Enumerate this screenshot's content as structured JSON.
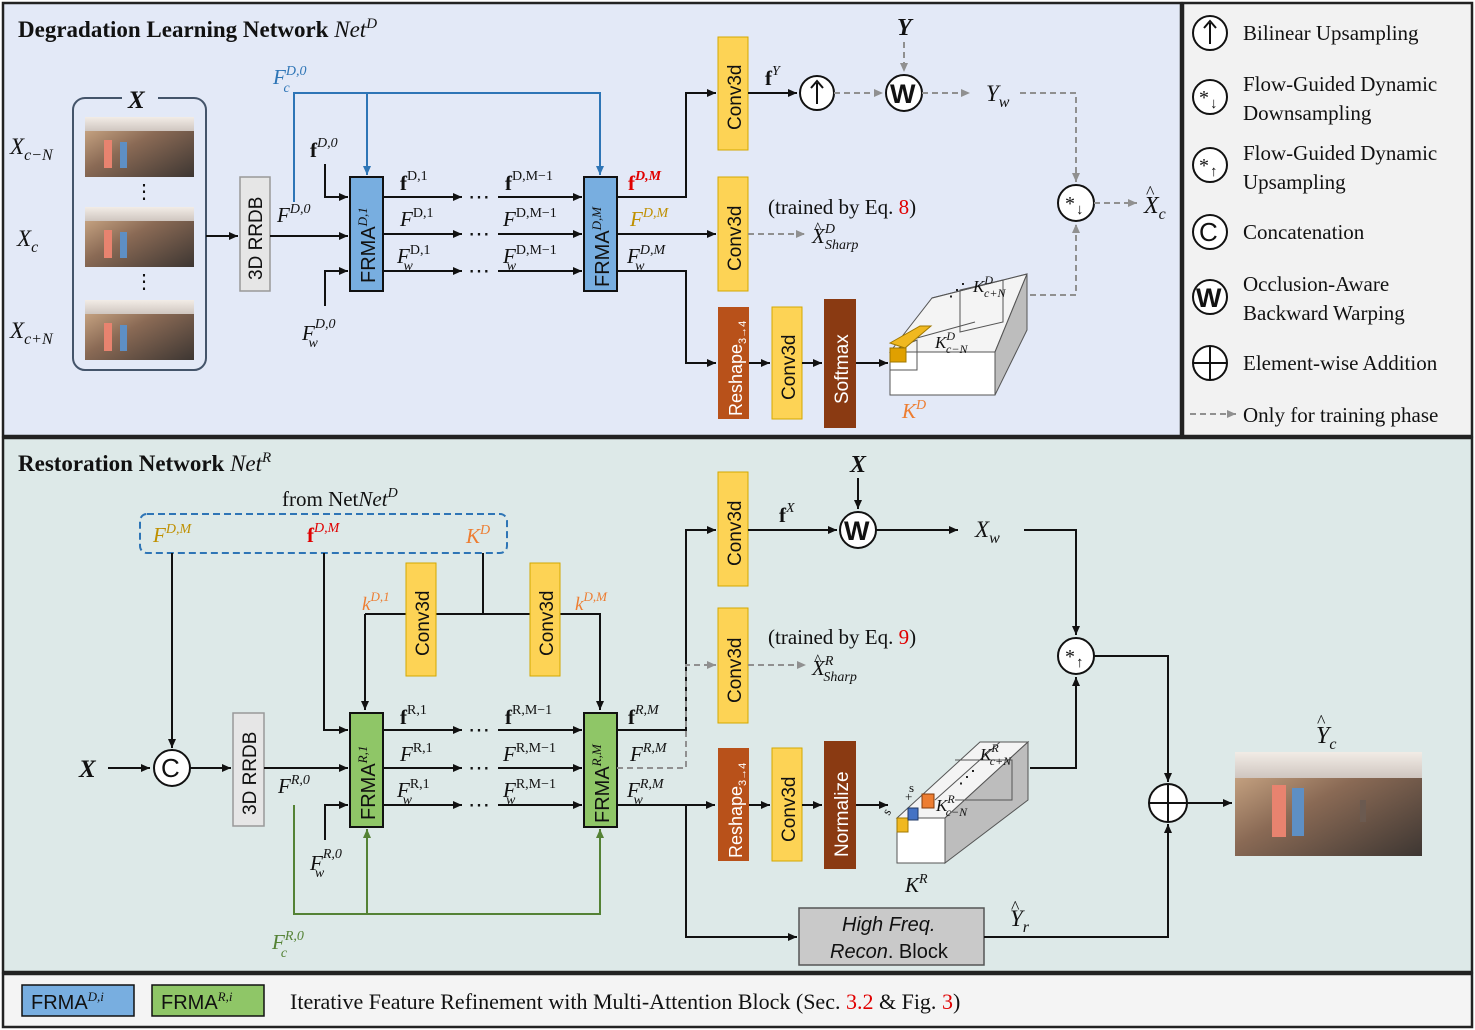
{
  "panels": {
    "degradation": {
      "title": "Degradation Learning Network",
      "net_label": "Net",
      "net_sup": "D"
    },
    "restoration": {
      "title": "Restoration Network",
      "net_label": "Net",
      "net_sup": "R"
    }
  },
  "legend": {
    "items": [
      {
        "symbol": "↑",
        "label_lines": [
          "Bilinear Upsampling"
        ]
      },
      {
        "symbol": "*↓",
        "label_lines": [
          "Flow-Guided Dynamic",
          "Downsampling"
        ]
      },
      {
        "symbol": "*↑",
        "label_lines": [
          "Flow-Guided Dynamic",
          "Upsampling"
        ]
      },
      {
        "symbol": "C",
        "label_lines": [
          "Concatenation"
        ]
      },
      {
        "symbol": "W",
        "label_lines": [
          "Occlusion-Aware",
          "Backward Warping"
        ]
      },
      {
        "symbol": "+",
        "label_lines": [
          "Element-wise Addition"
        ]
      },
      {
        "symbol": "dashed-arrow",
        "label_lines": [
          "Only for training phase"
        ]
      }
    ]
  },
  "blocks": {
    "rrdb": "3D RRDB",
    "conv3d": "Conv3d",
    "frma": "FRMA",
    "reshape": "Reshape",
    "reshape_sub": "3→4",
    "softmax": "Softmax",
    "normalize": "Normalize",
    "high_freq_line1": "High Freq.",
    "high_freq_line2_a": "Recon",
    "high_freq_line2_b": ". Block"
  },
  "labels": {
    "x_bold": "X",
    "y_bold": "Y",
    "from_net": "from Net",
    "trained_prefix": "(trained by Eq. ",
    "eq_d": "8",
    "eq_r": "9",
    "paren_close": ")",
    "dots": "⋯",
    "vdots": "⋮"
  },
  "footer": {
    "frma_d": "FRMA",
    "frma_d_sup": "D,i",
    "frma_r": "FRMA",
    "frma_r_sup": "R,i",
    "caption_prefix": "Iterative Feature Refinement with Multi-Attention Block (Sec. ",
    "sec_ref": "3.2",
    "caption_mid": " & Fig. ",
    "fig_ref": "3",
    "caption_suffix": ")"
  },
  "colors": {
    "deg_bg": "#e3e9f7",
    "res_bg": "#dde9e8",
    "legend_bg": "#f2f2f2",
    "frma_d": "#78aee0",
    "frma_r": "#8fc667",
    "conv_yellow": "#fdd355",
    "reshape_orange": "#b8511a",
    "softmax_brown": "#8a3a12",
    "blue_line": "#2e75b6",
    "green_line": "#548235",
    "orange_text": "#ed7d31",
    "gold_text": "#bf9000",
    "red_text": "#e00000",
    "rrdb_gray": "#e6e6e6",
    "hfb_gray": "#c9c9c9"
  }
}
